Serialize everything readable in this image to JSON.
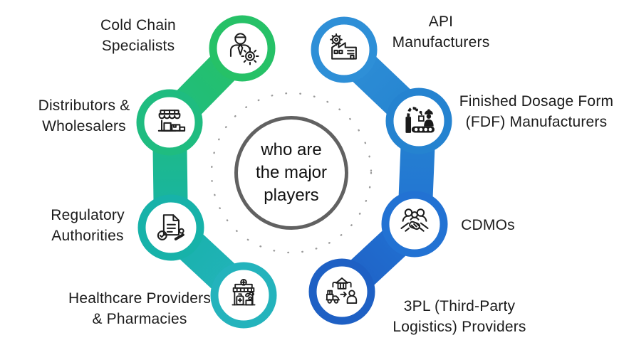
{
  "center": {
    "text": "who are the major players",
    "lines": [
      "who are",
      "the major",
      "players"
    ]
  },
  "nodes": [
    {
      "id": "cold-chain-specialists",
      "label": "Cold Chain Specialists",
      "lines": [
        "Cold Chain",
        "Specialists"
      ],
      "icon": "worker-gear-icon",
      "color": "#26c167"
    },
    {
      "id": "distributors-wholesalers",
      "label": "Distributors & Wholesalers",
      "lines": [
        "Distributors &",
        "Wholesalers"
      ],
      "icon": "storefront-boxes-icon",
      "color": "#1fbc80"
    },
    {
      "id": "regulatory-authorities",
      "label": "Regulatory Authorities",
      "lines": [
        "Regulatory",
        "Authorities"
      ],
      "icon": "document-check-stamp-icon",
      "color": "#17b2a9"
    },
    {
      "id": "healthcare-providers-pharmacies",
      "label": "Healthcare Providers & Pharmacies",
      "lines": [
        "Healthcare Providers",
        "& Pharmacies"
      ],
      "icon": "pharmacy-store-icon",
      "color": "#24b3bc"
    },
    {
      "id": "api-manufacturers",
      "label": "API Manufacturers",
      "lines": [
        "API",
        "Manufacturers"
      ],
      "icon": "factory-gear-icon",
      "color": "#2e8fd7"
    },
    {
      "id": "fdf-manufacturers",
      "label": "Finished Dosage Form (FDF) Manufacturers",
      "lines": [
        "Finished Dosage Form",
        "(FDF) Manufacturers"
      ],
      "icon": "assembly-line-worker-icon",
      "color": "#2583d0"
    },
    {
      "id": "cdmos",
      "label": "CDMOs",
      "lines": [
        "CDMOs"
      ],
      "icon": "partnership-handshake-icon",
      "color": "#2272d3"
    },
    {
      "id": "3pl-providers",
      "label": "3PL (Third-Party Logistics) Providers",
      "lines": [
        "3PL (Third-Party",
        "Logistics) Providers"
      ],
      "icon": "warehouse-truck-delivery-icon",
      "color": "#1e60c4"
    }
  ],
  "palette": {
    "background": "#ffffff",
    "center_ring": "#616161",
    "dotted_ring": "#9a9a9a",
    "label_text": "#1b1b1b",
    "green_top": "#26c167",
    "teal_bottom": "#24b3bc",
    "blue_top": "#2e8fd7",
    "blue_bottom": "#1e60c4"
  }
}
